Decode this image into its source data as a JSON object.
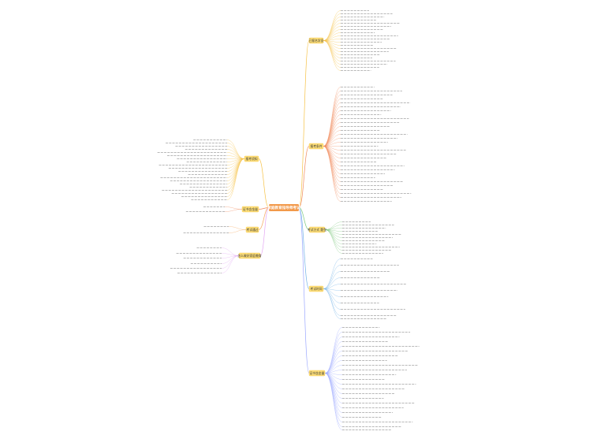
{
  "root": {
    "label": "家庭教育指导师考试"
  },
  "colors": {
    "root": "#f2994a",
    "branch_fill": "#ffe07a",
    "edges": {
      "b1": "#f6c145",
      "b2": "#f08a5d",
      "b3": "#7fc97f",
      "b4": "#6fb1e6",
      "b5": "#9aa7ff",
      "b6": "#f1b0c6",
      "l1": "#f6c145",
      "l2": "#f08a5d",
      "l3": "#f6a85d",
      "l4": "#e3a6f2"
    }
  },
  "branches_right": [
    {
      "id": "b1",
      "label": "已报名学员"
    },
    {
      "id": "b2",
      "label": "报考条件"
    },
    {
      "id": "b3",
      "label": "考试方式 题型"
    },
    {
      "id": "b4",
      "label": "考试时间"
    },
    {
      "id": "b5",
      "label": "证书含金量"
    }
  ],
  "branches_left": [
    {
      "id": "l1",
      "label": "报考须知"
    },
    {
      "id": "l2",
      "label": "证书含金量"
    },
    {
      "id": "l3",
      "label": "考试通过"
    },
    {
      "id": "l4",
      "label": "怎么做好家庭教育"
    }
  ]
}
